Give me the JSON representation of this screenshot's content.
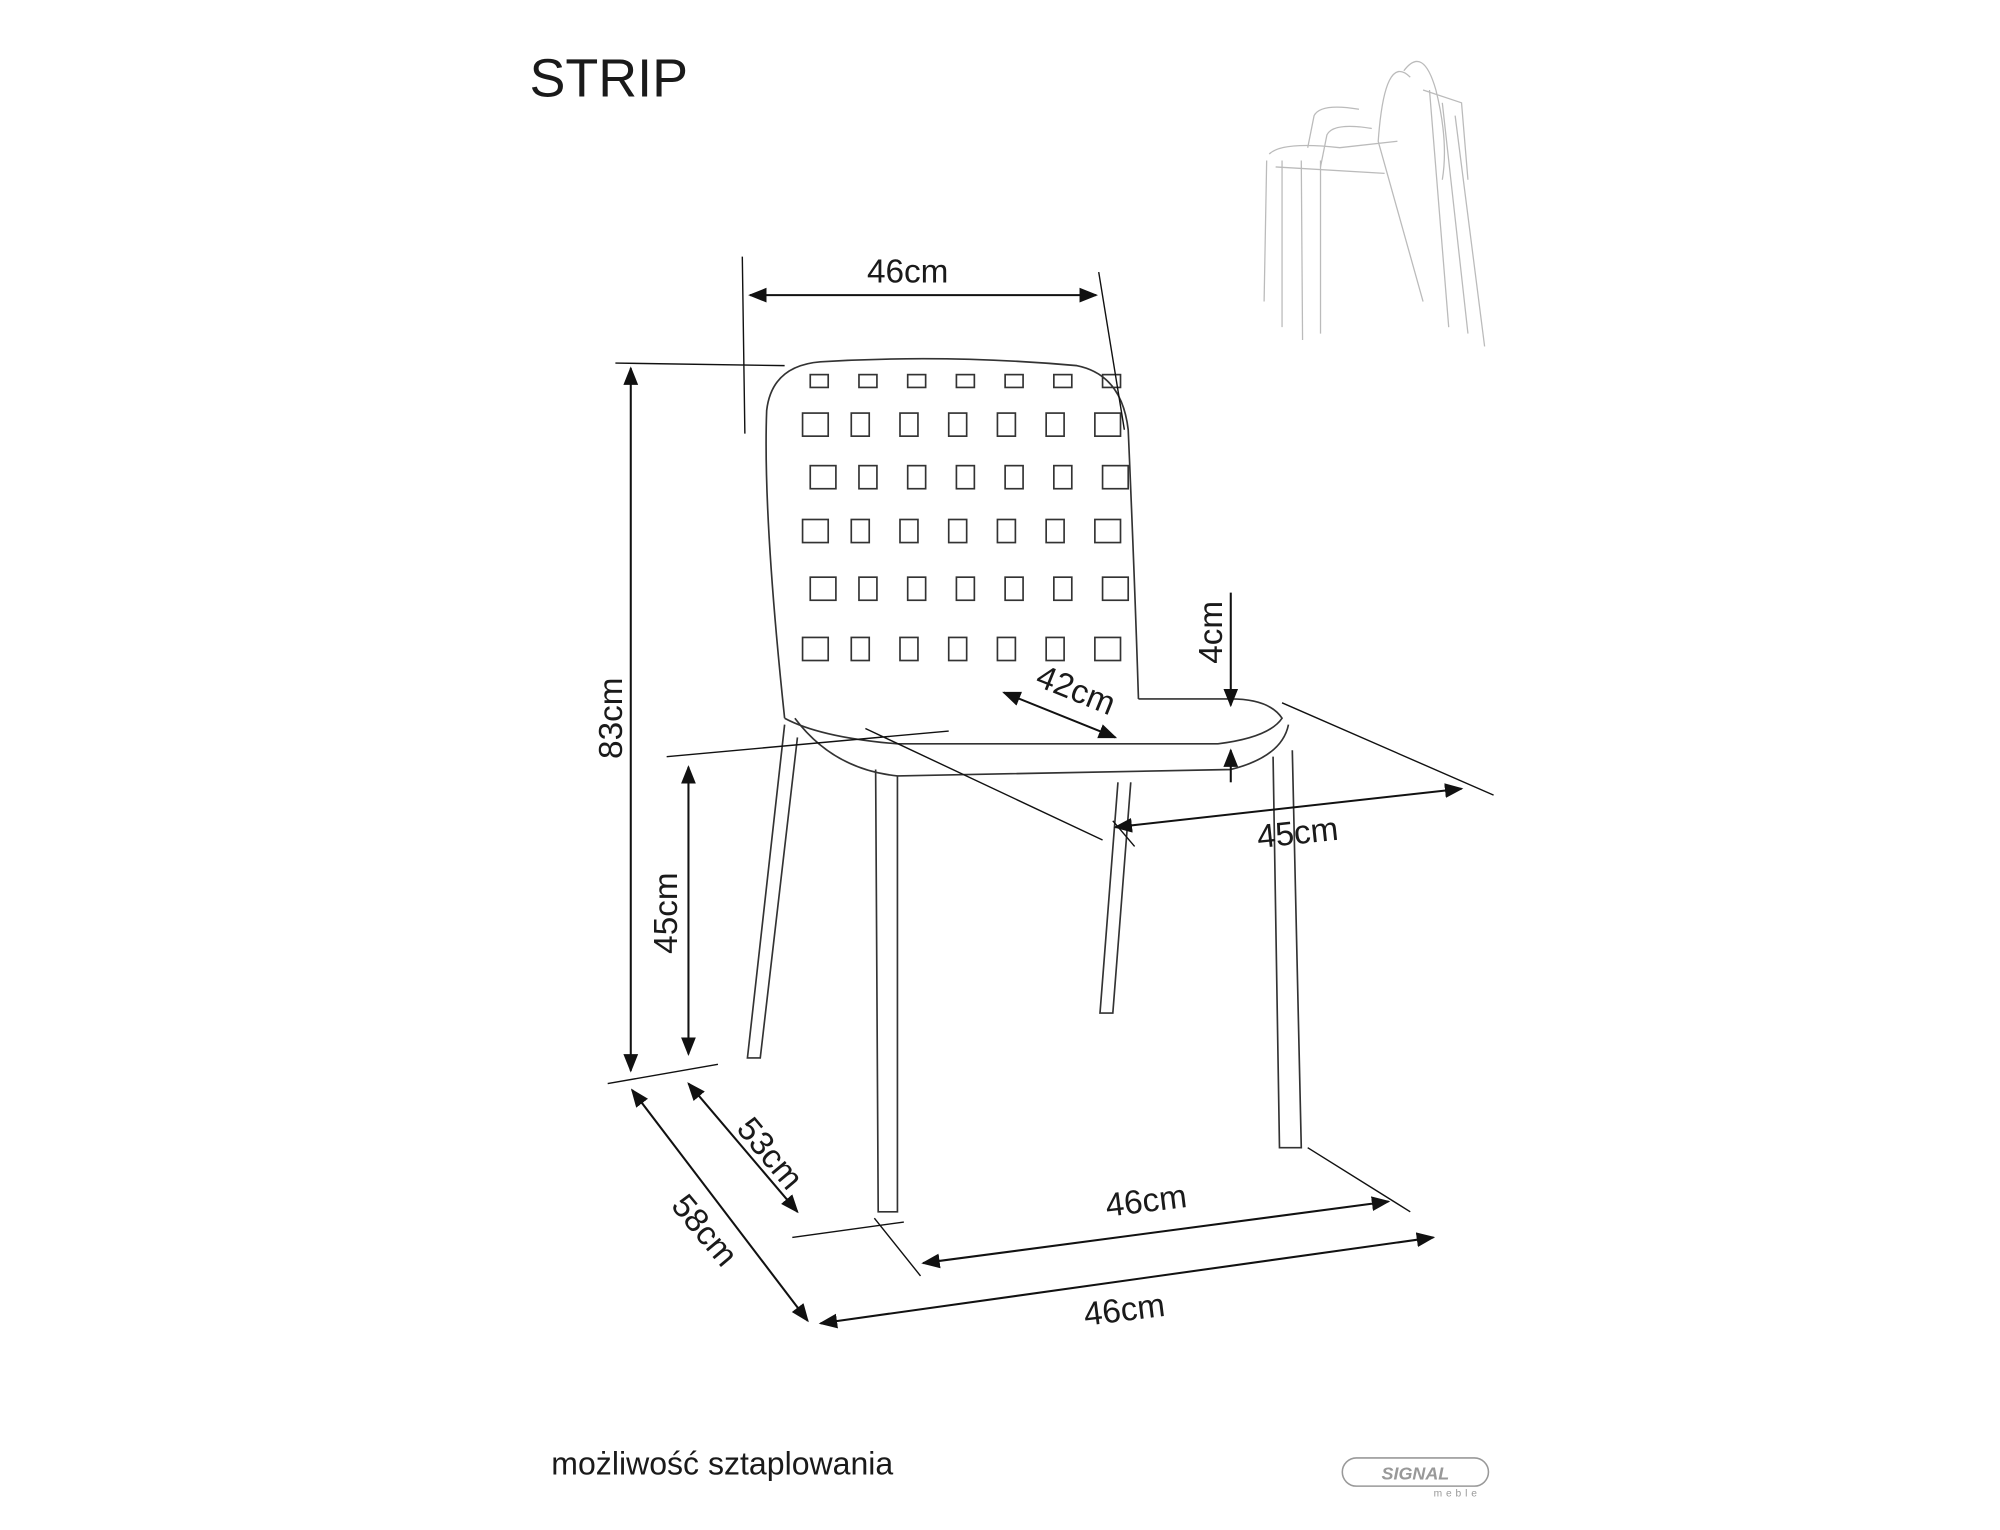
{
  "title": "STRIP",
  "caption": "możliwość sztaplowania",
  "logo": {
    "brand": "SIGNAL",
    "sub": "meble"
  },
  "dimensions": {
    "back_width": "46cm",
    "total_height": "83cm",
    "seat_height": "45cm",
    "seat_thickness": "4cm",
    "seat_depth": "42cm",
    "seat_width": "45cm",
    "inner_depth": "53cm",
    "total_depth": "58cm",
    "leg_width_front": "46cm",
    "total_width": "46cm"
  }
}
